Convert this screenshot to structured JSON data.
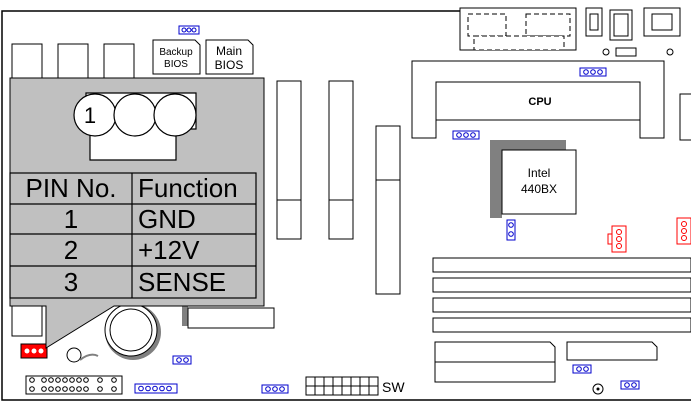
{
  "board_labels": {
    "backup_bios_line1": "Backup",
    "backup_bios_line2": "BIOS",
    "main_bios_line1": "Main",
    "main_bios_line2": "BIOS",
    "cpu_slot": "CPU",
    "chipset_line1": "Intel",
    "chipset_line2": "440BX",
    "switch": "SW"
  },
  "fan_connector": {
    "pin_one_marker": "1"
  },
  "pin_table": {
    "headers": [
      "PIN No.",
      "Function"
    ],
    "rows": [
      [
        "1",
        "GND"
      ],
      [
        "2",
        "+12V"
      ],
      [
        "3",
        "SENSE"
      ]
    ]
  },
  "colors": {
    "callout_gray": "#c0c0c0",
    "highlight_red": "#ff0000",
    "jumper_blue": "#0000cc",
    "chip_shadow": "#808080"
  }
}
